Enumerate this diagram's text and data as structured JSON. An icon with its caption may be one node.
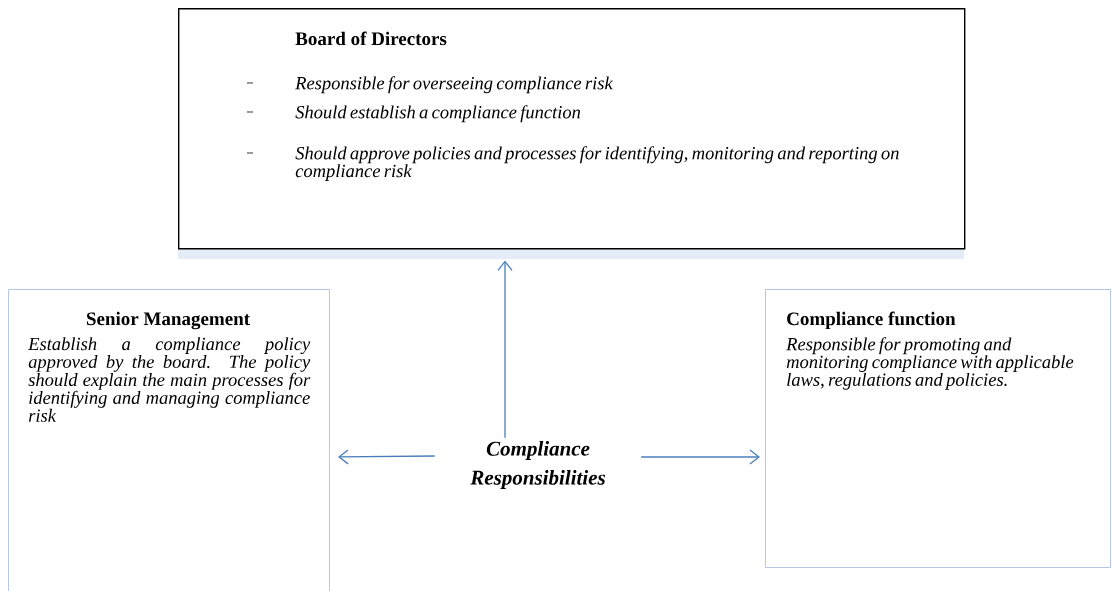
{
  "diagram": {
    "nodes": [
      {
        "text": [
          "Board of Directors",
          "Responsible for overseeing compliance risk",
          "Should establish a compliance function",
          "Should approve policies and processes for identifying, monitoring and reporting on compliance risk"
        ]
      },
      {
        "text": [
          "Senior Management",
          "Establish a compliance policy approved by the board. The policy should explain the main processes for identifying and managing compliance risk"
        ]
      },
      {
        "text": [
          "Compliance function",
          "Responsible for promoting and monitoring compliance with applicable laws, regulations and policies."
        ]
      },
      {
        "text": [
          "Compliance Responsibilities"
        ]
      }
    ],
    "edges": [
      {
        "from": 3,
        "to": 0,
        "arrow": "to"
      },
      {
        "from": 3,
        "to": 1,
        "arrow": "to"
      },
      {
        "from": 3,
        "to": 2,
        "arrow": "to"
      }
    ]
  }
}
